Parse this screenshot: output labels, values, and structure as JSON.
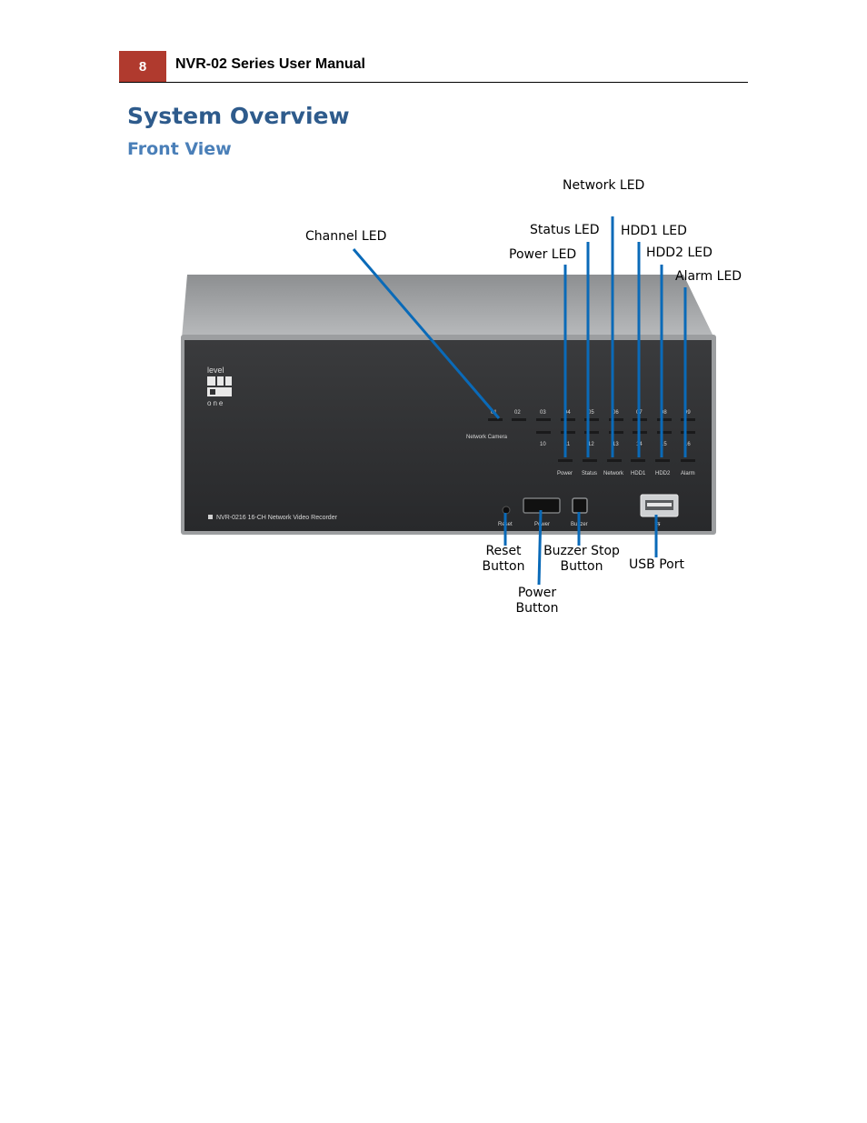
{
  "header": {
    "page_number": "8",
    "manual_title": "NVR-02 Series User Manual"
  },
  "section": {
    "title": "System Overview",
    "subtitle": "Front View"
  },
  "callouts": {
    "network_led": "Network LED",
    "status_led": "Status LED",
    "hdd1_led": "HDD1 LED",
    "channel_led": "Channel LED",
    "power_led": "Power LED",
    "hdd2_led": "HDD2 LED",
    "alarm_led": "Alarm LED",
    "reset_button": "Reset Button",
    "buzzer_stop_button": "Buzzer Stop Button",
    "usb_port": "USB Port",
    "power_button": "Power Button"
  },
  "device_panel": {
    "brand_top": "level",
    "brand_bottom": "one",
    "model_label": "NVR-0216   16-CH Network Video Recorder",
    "network_camera_label": "Network Camera",
    "channels_top": [
      "01",
      "02",
      "03",
      "04",
      "05",
      "06",
      "07",
      "08",
      "09"
    ],
    "channels_bottom": [
      "10",
      "11",
      "12",
      "13",
      "14",
      "15",
      "16"
    ],
    "status_labels": [
      "Power",
      "Status",
      "Network",
      "HDD1",
      "HDD2",
      "Alarm"
    ],
    "reset_label": "Reset",
    "power_label": "Power",
    "buzzer_label": "Buzzer"
  },
  "colors": {
    "accent_red": "#b03a2e",
    "heading_blue": "#2e5b8c",
    "subheading_blue": "#4a7fb8",
    "callout_line": "#0a6ab8"
  }
}
